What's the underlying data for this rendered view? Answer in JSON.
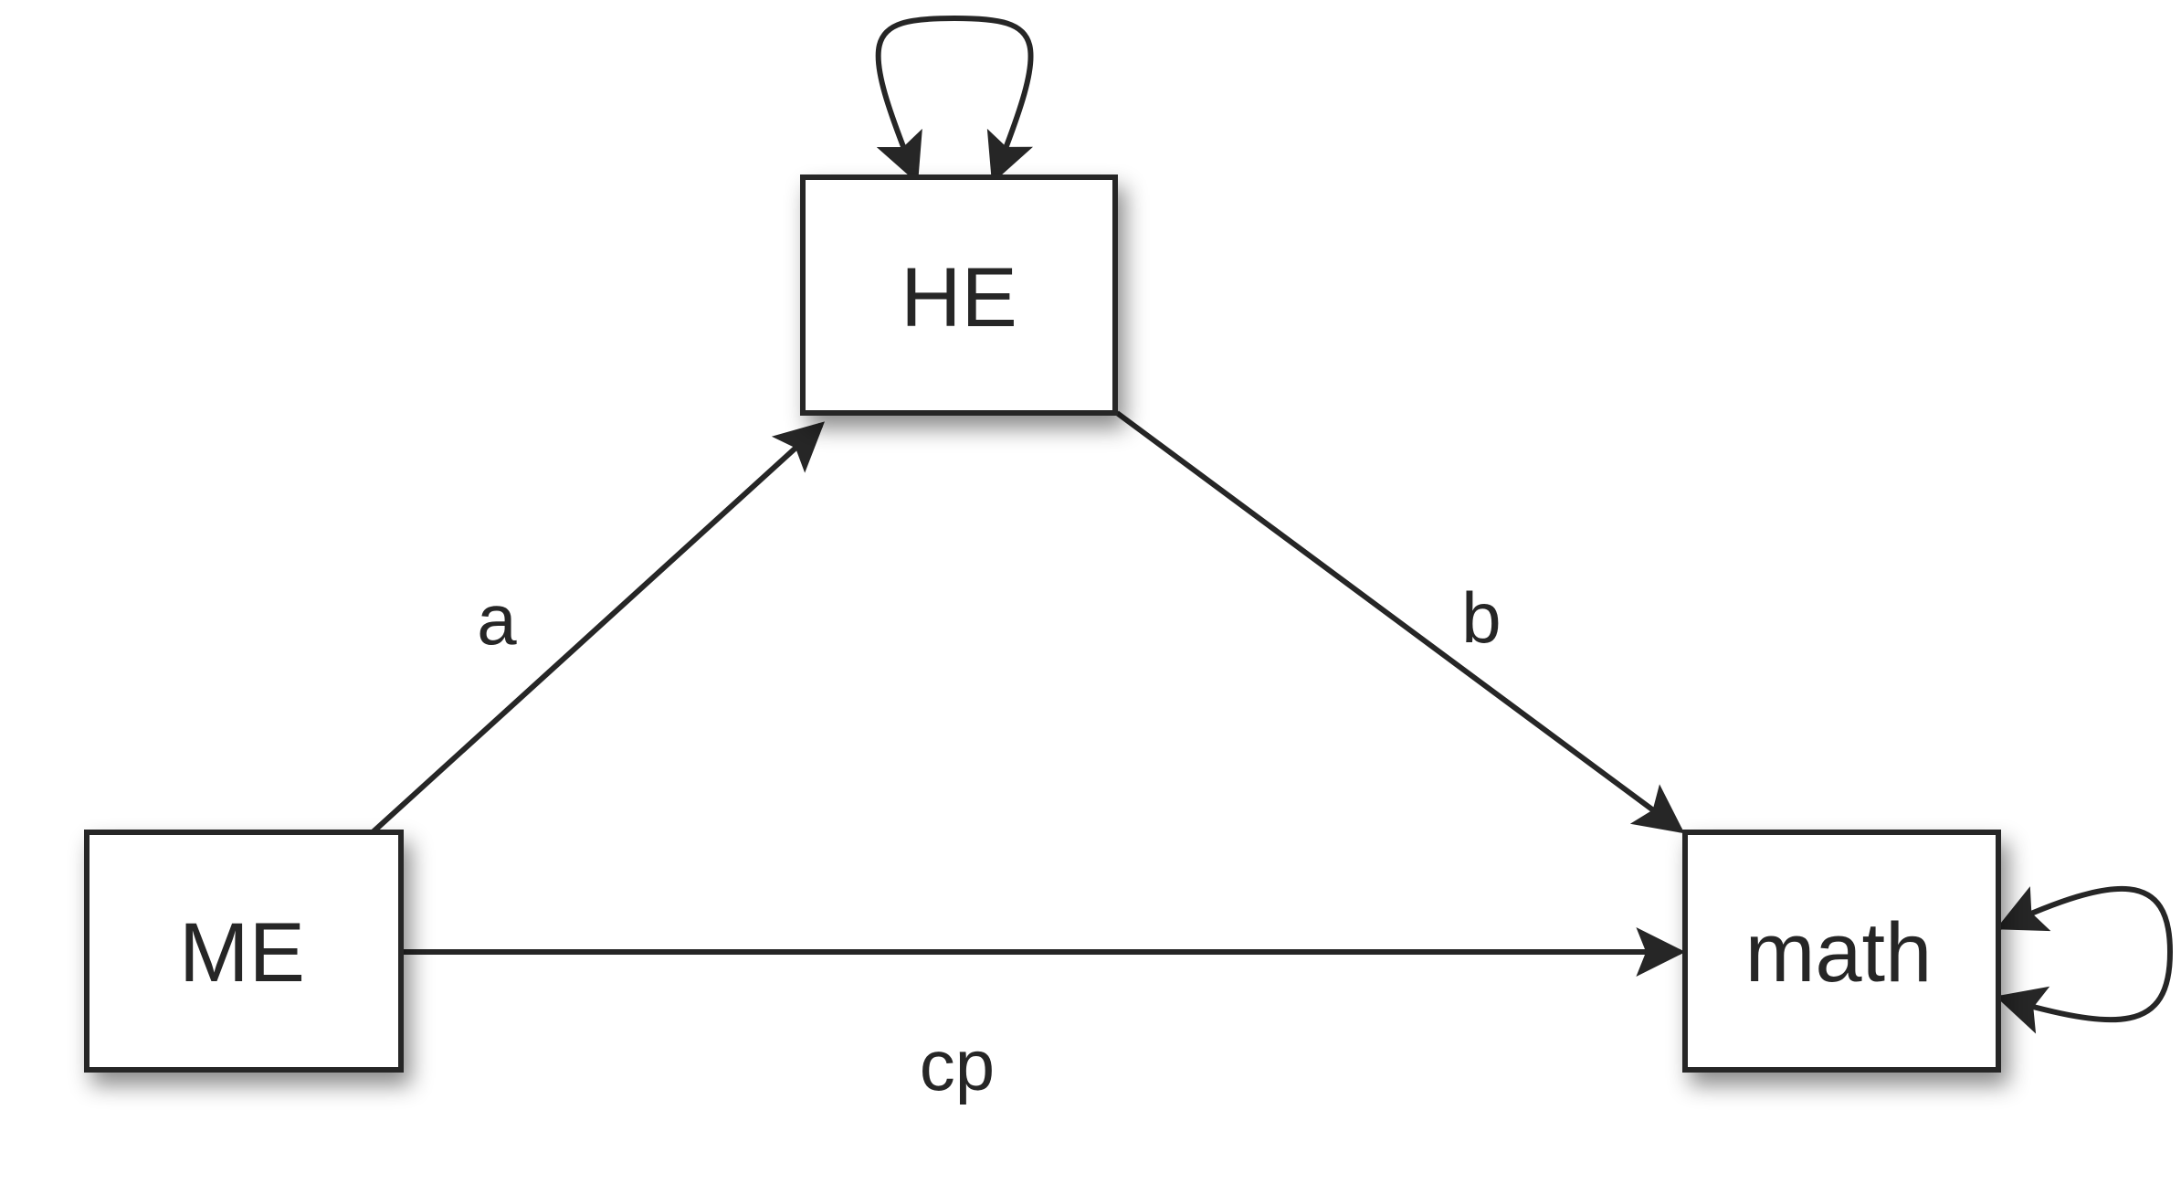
{
  "nodes": {
    "he": {
      "label": "HE"
    },
    "me": {
      "label": "ME"
    },
    "math": {
      "label": "math"
    }
  },
  "edges": {
    "a": {
      "from": "ME",
      "to": "HE",
      "label": "a"
    },
    "b": {
      "from": "HE",
      "to": "math",
      "label": "b"
    },
    "cp": {
      "from": "ME",
      "to": "math",
      "label": "cp"
    },
    "he_variance": {
      "from": "HE",
      "to": "HE",
      "label": ""
    },
    "math_variance": {
      "from": "math",
      "to": "math",
      "label": ""
    }
  },
  "colors": {
    "stroke": "#262626",
    "fill": "#ffffff"
  }
}
